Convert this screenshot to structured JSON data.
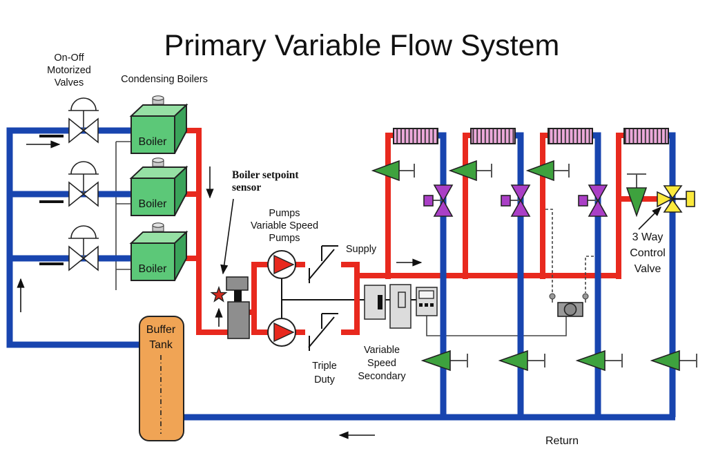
{
  "title": "Primary Variable Flow System",
  "labels": {
    "on_off_valves": {
      "line1": "On-Off",
      "line2": "Motorized",
      "line3": "Valves"
    },
    "condensing_boilers": "Condensing Boilers",
    "boiler": "Boiler",
    "boiler_setpoint_sensor": {
      "line1": "Boiler setpoint",
      "line2": "sensor"
    },
    "buffer_tank": {
      "line1": "Buffer",
      "line2": "Tank"
    },
    "pumps": {
      "line1": "Pumps",
      "line2": "Variable Speed",
      "line3": "Pumps"
    },
    "supply": "Supply",
    "triple_duty": {
      "line1": "Triple",
      "line2": "Duty"
    },
    "variable_speed_secondary": {
      "line1": "Variable",
      "line2": "Speed",
      "line3": "Secondary"
    },
    "three_way_valve": {
      "line1": "3 Way",
      "line2": "Control",
      "line3": "Valve"
    },
    "return": "Return"
  },
  "equipment_counts": {
    "boilers": 3,
    "motorized_valves": 3,
    "variable_speed_pumps": 2,
    "coils": 4,
    "buffer_tanks": 1
  },
  "colors": {
    "supply": "#E8291E",
    "return": "#1845AF",
    "boiler_front": "#5CC878",
    "boiler_top": "#96E0A4",
    "boiler_side": "#3AA35A",
    "tank": "#F0A455",
    "coil": "#ECA9DA",
    "green_valve": "#3EA23E",
    "purple_valve": "#AA3FC6",
    "yellow_valve": "#FBE93C",
    "star": "#D42A1E",
    "gray_equipment": "#8E8E8E",
    "vfd": "#DCDCDC",
    "wire": "#444444"
  }
}
